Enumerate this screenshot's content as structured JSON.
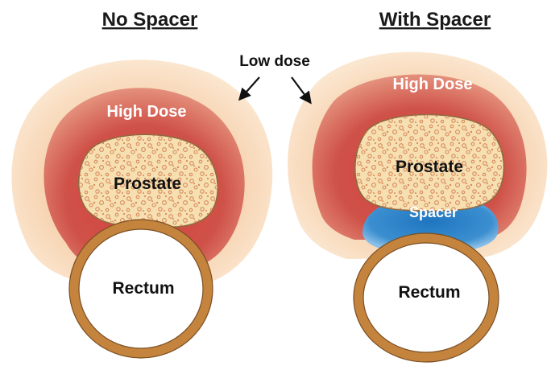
{
  "panels": {
    "left": {
      "heading": "No Spacer",
      "high_dose": "High Dose",
      "prostate": "Prostate",
      "rectum": "Rectum"
    },
    "right": {
      "heading": "With Spacer",
      "high_dose": "High Dose",
      "prostate": "Prostate",
      "spacer": "Spacer",
      "rectum": "Rectum"
    }
  },
  "shared": {
    "low_dose": "Low dose"
  },
  "colors": {
    "low_dose": "#f8d8b8",
    "high_dose": "#cc4a44",
    "prostate": "#f6dfb0",
    "prostate_dots": "#d98a5c",
    "rectum_wall": "#c4843e",
    "spacer": "#2f88c8"
  }
}
